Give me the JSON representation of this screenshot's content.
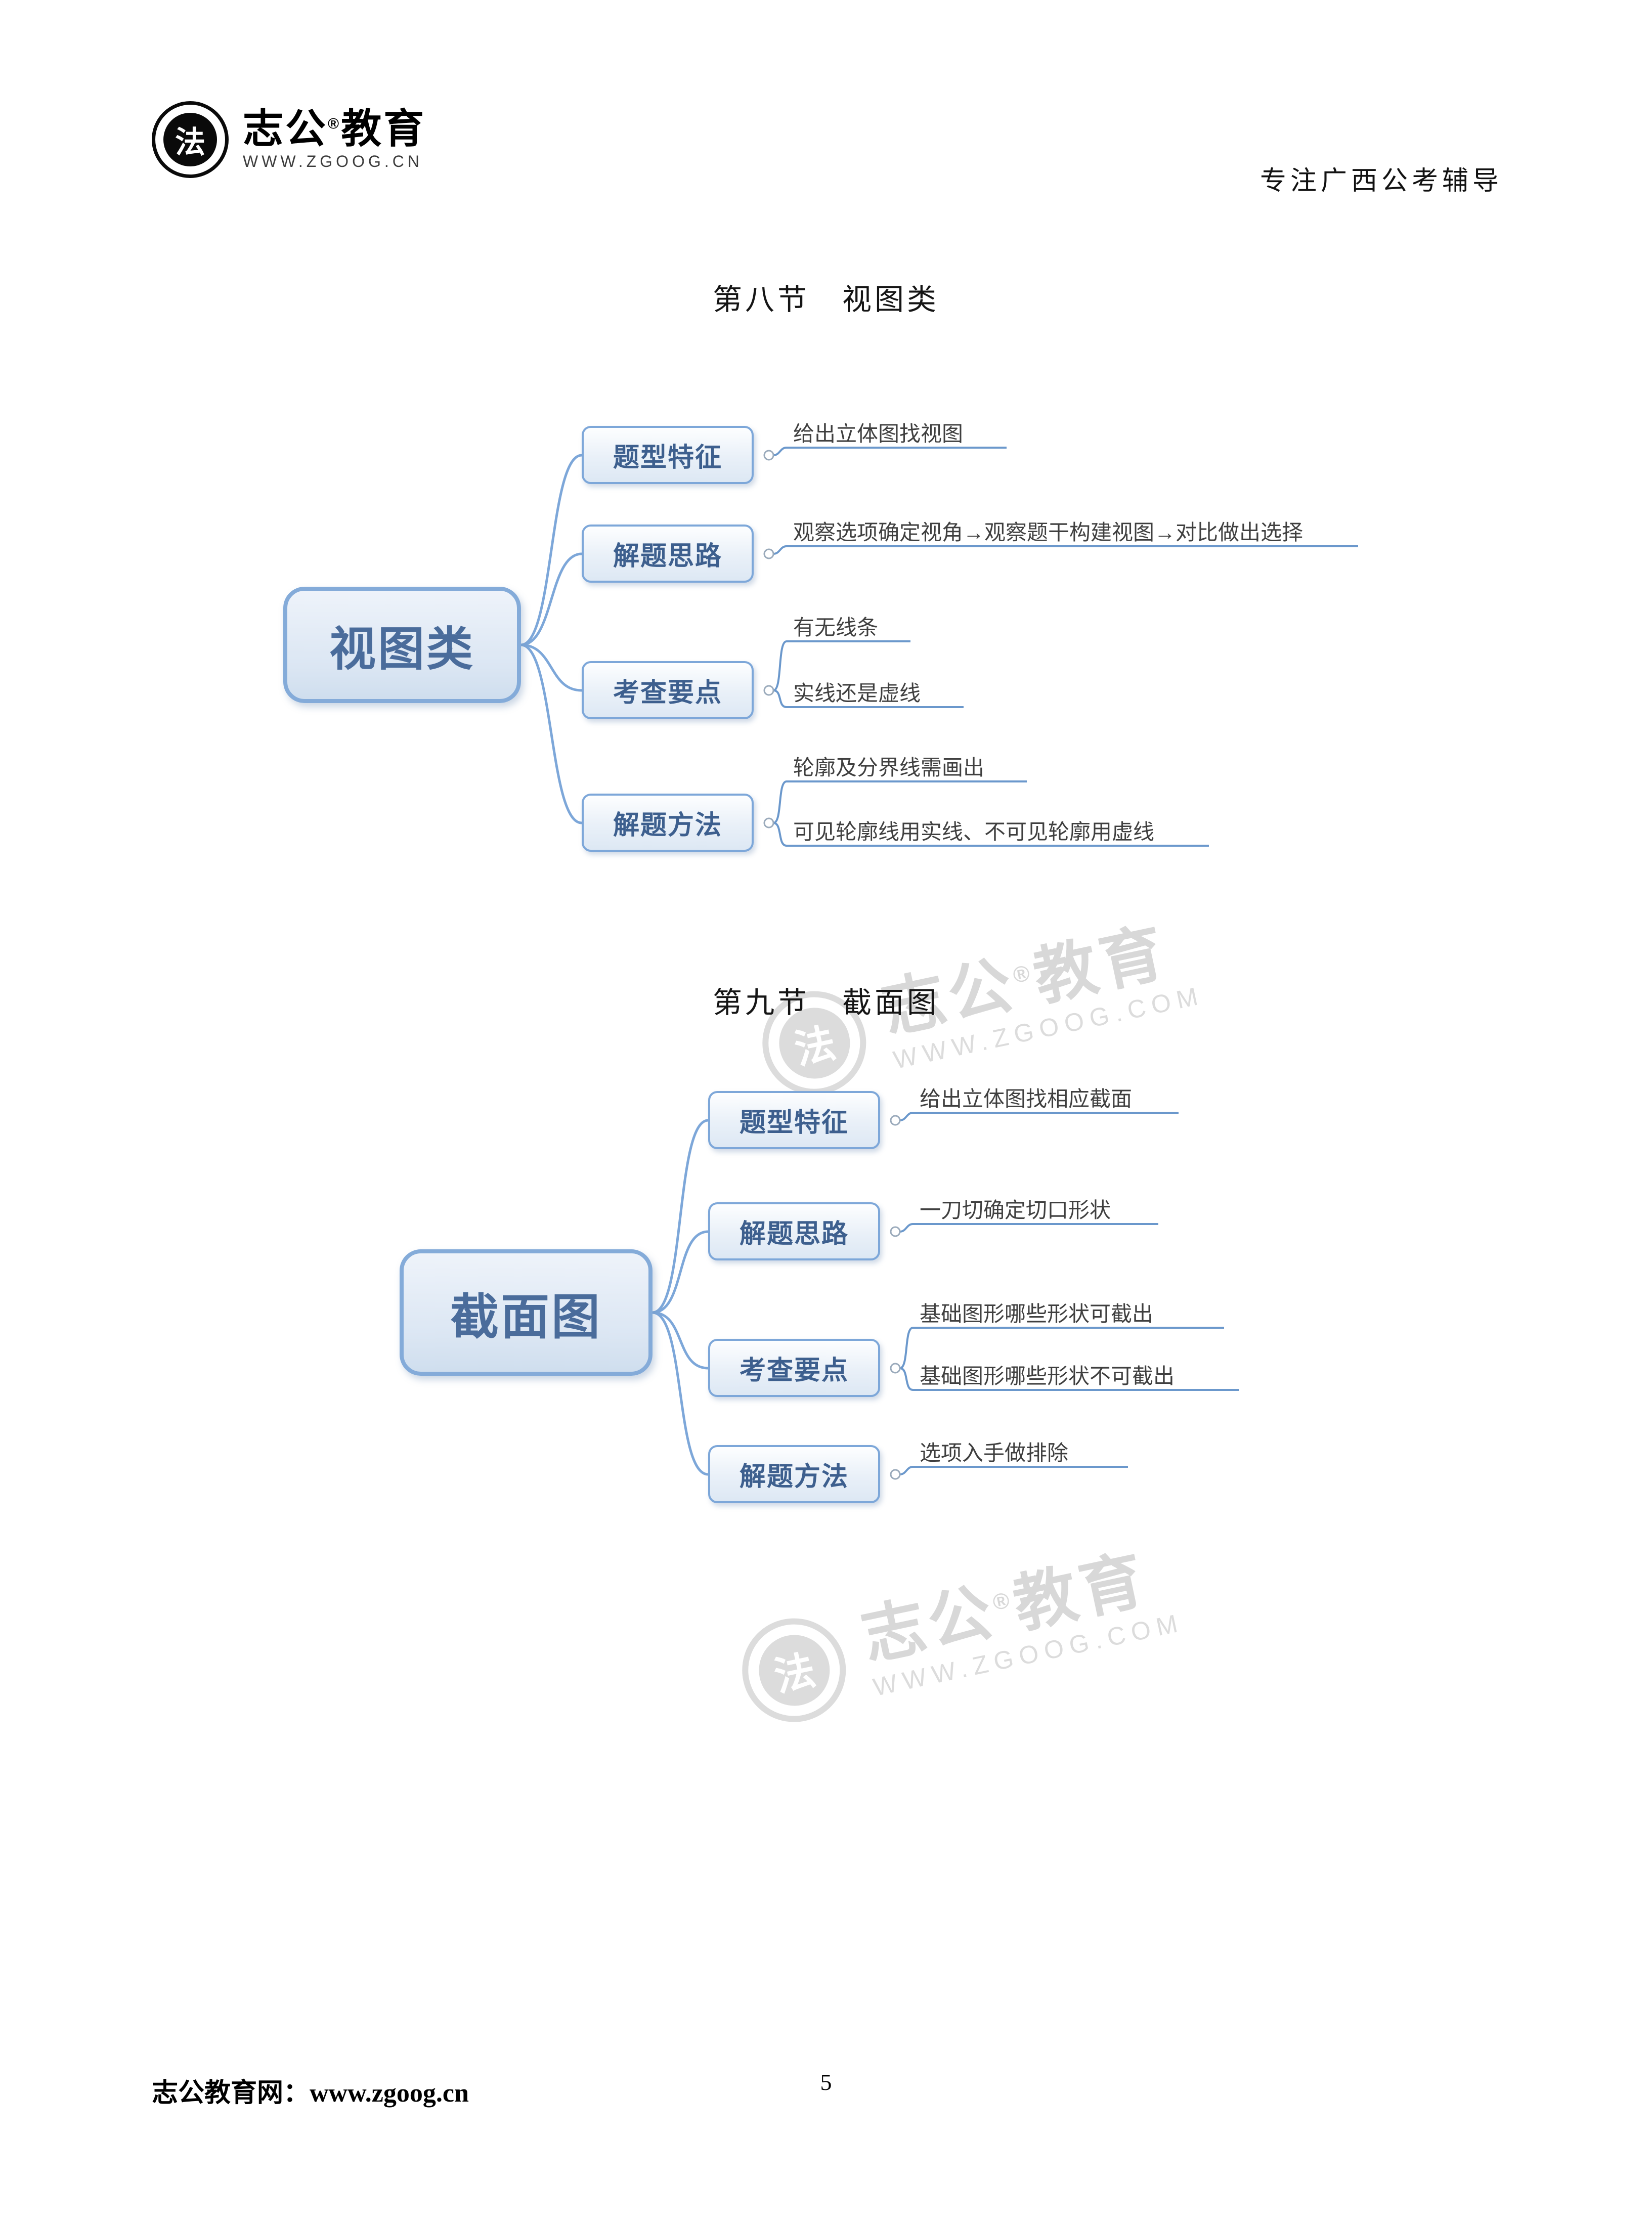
{
  "header": {
    "logo": {
      "brand_left": "志公",
      "registered": "®",
      "brand_right": "教育",
      "seal_char": "法",
      "url": "WWW.ZGOOG.CN"
    },
    "tagline": "专注广西公考辅导"
  },
  "sections": [
    {
      "title": "第八节　视图类",
      "mindmap": {
        "root": "视图类",
        "branches": [
          {
            "label": "题型特征",
            "leaves": [
              "给出立体图找视图"
            ]
          },
          {
            "label": "解题思路",
            "leaves": [
              "观察选项确定视角→观察题干构建视图→对比做出选择"
            ]
          },
          {
            "label": "考查要点",
            "leaves": [
              "有无线条",
              "实线还是虚线"
            ]
          },
          {
            "label": "解题方法",
            "leaves": [
              "轮廓及分界线需画出",
              "可见轮廓线用实线、不可见轮廓用虚线"
            ]
          }
        ]
      }
    },
    {
      "title": "第九节　截面图",
      "mindmap": {
        "root": "截面图",
        "branches": [
          {
            "label": "题型特征",
            "leaves": [
              "给出立体图找相应截面"
            ]
          },
          {
            "label": "解题思路",
            "leaves": [
              "一刀切确定切口形状"
            ]
          },
          {
            "label": "考查要点",
            "leaves": [
              "基础图形哪些形状可截出",
              "基础图形哪些形状不可截出"
            ]
          },
          {
            "label": "解题方法",
            "leaves": [
              "选项入手做排除"
            ]
          }
        ]
      }
    }
  ],
  "watermark": {
    "brand_left": "志公",
    "registered": "®",
    "brand_right": "教育",
    "seal_char": "法",
    "url": "WWW.ZGOOG.COM"
  },
  "footer": {
    "site": "志公教育网：www.zgoog.cn",
    "page_number": "5"
  },
  "colors": {
    "node_border": "#7da7d9",
    "node_text": "#3d5f8e",
    "leaf_line": "#6b98cc",
    "leaf_text": "#3f3f3f",
    "watermark": "#d8d8d8"
  }
}
